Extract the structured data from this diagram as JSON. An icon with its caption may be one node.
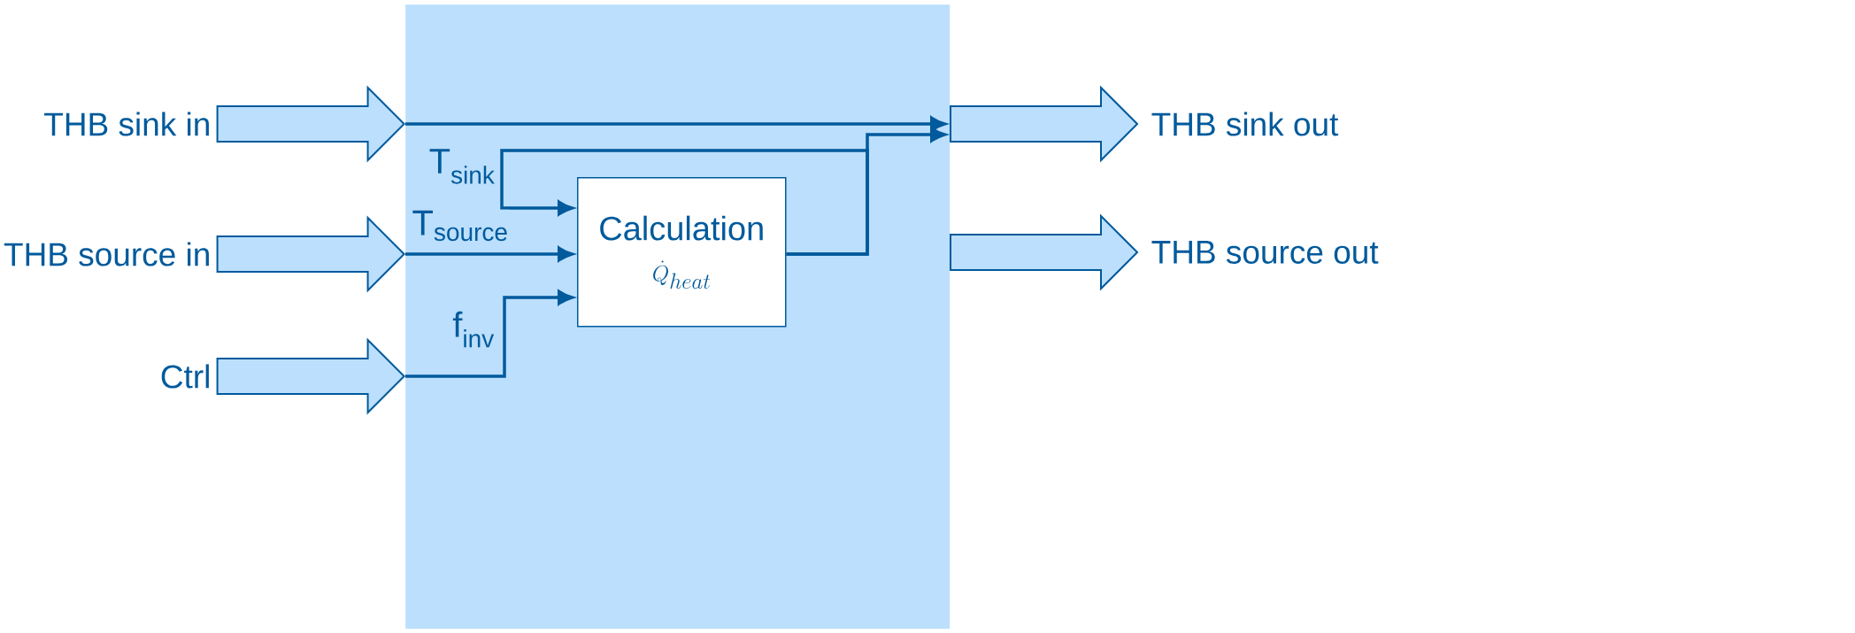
{
  "diagram": {
    "nodes": [
      {
        "text": [],
        "shape": "box"
      },
      {
        "text": [],
        "shape": "arrow",
        "beside": [
          "THB sink in"
        ]
      },
      {
        "text": [],
        "shape": "arrow",
        "beside": [
          "THB source in"
        ]
      },
      {
        "text": [],
        "shape": "arrow",
        "beside": [
          "Ctrl"
        ]
      },
      {
        "text": [],
        "shape": "arrow",
        "beside": [
          "THB sink out"
        ]
      },
      {
        "text": [],
        "shape": "arrow",
        "beside": [
          "THB source out"
        ]
      },
      {
        "text": [
          "Calculation",
          "\\dot{Q}_{heat}"
        ],
        "in": 0
      }
    ],
    "edges": [
      {
        "from": 1,
        "to": 4,
        "arrow": "to"
      },
      {
        "from": 6,
        "to": 4,
        "arrow": "to"
      },
      {
        "from": 6,
        "to": 6,
        "arrow": "to",
        "label": "T$_{sink}$"
      },
      {
        "from": 2,
        "to": 6,
        "arrow": "to",
        "label": "T$_{source}$"
      },
      {
        "from": 3,
        "to": 6,
        "arrow": "to",
        "label": "f$_{inv}$"
      }
    ]
  }
}
